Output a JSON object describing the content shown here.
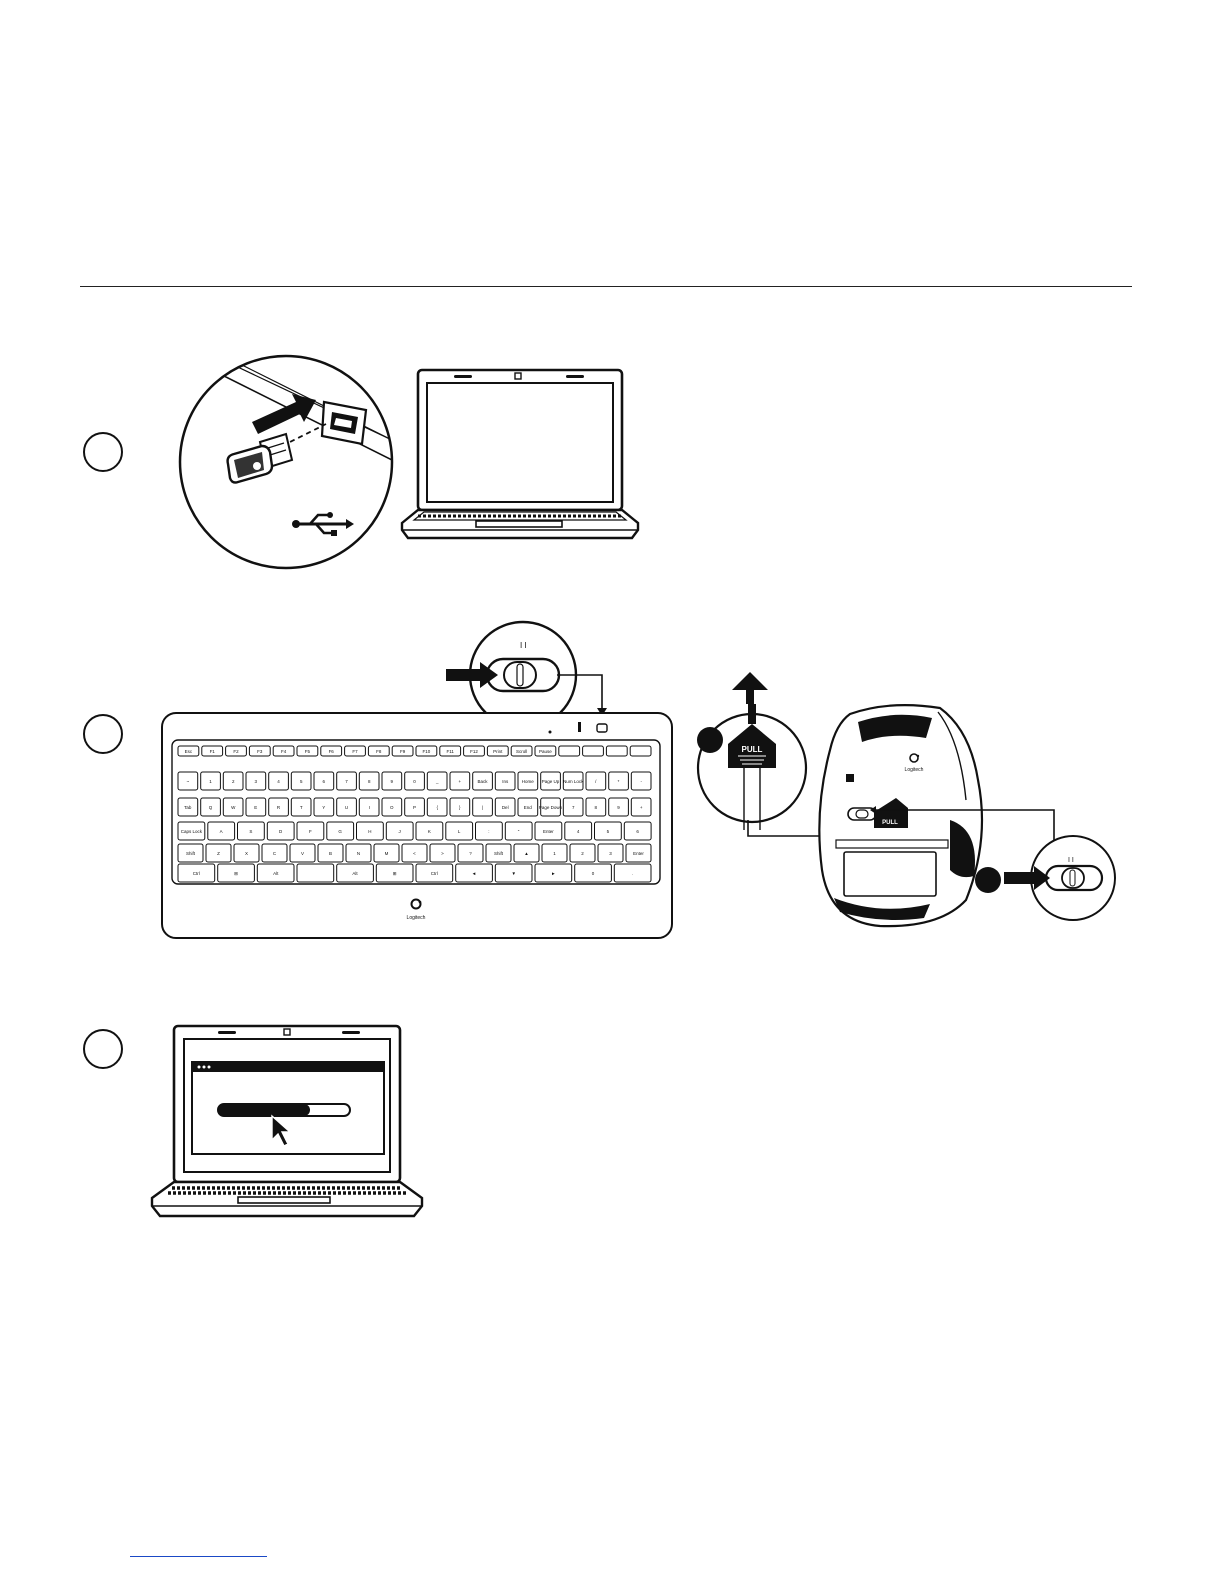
{
  "steps": [
    {
      "label": "",
      "figure": "usb-receiver-into-laptop"
    },
    {
      "label": "",
      "figure": "turn-on-keyboard-and-mouse"
    },
    {
      "label": "",
      "figure": "software-install-progress"
    }
  ],
  "brand": {
    "name": "Logitech"
  },
  "mouse": {
    "pull_tab_label": "PULL"
  },
  "keyboard": {
    "rows": [
      [
        "Esc",
        "F1",
        "F2",
        "F3",
        "F4",
        "F5",
        "F6",
        "F7",
        "F8",
        "F9",
        "F10",
        "F11",
        "F12",
        "Print",
        "Scroll",
        "Pause",
        "",
        "",
        "",
        ""
      ],
      [
        "~",
        "1",
        "2",
        "3",
        "4",
        "5",
        "6",
        "7",
        "8",
        "9",
        "0",
        "_",
        "+",
        "Back",
        "Ins",
        "Home",
        "Page Up",
        "Num Lock",
        "/",
        "*",
        "-"
      ],
      [
        "Tab",
        "Q",
        "W",
        "E",
        "R",
        "T",
        "Y",
        "U",
        "I",
        "O",
        "P",
        "{",
        "}",
        "|",
        "Del",
        "End",
        "Page Down",
        "7",
        "8",
        "9",
        "+"
      ],
      [
        "Caps Lock",
        "A",
        "S",
        "D",
        "F",
        "G",
        "H",
        "J",
        "K",
        "L",
        ":",
        "\"",
        "Enter",
        "4",
        "5",
        "6"
      ],
      [
        "Shift",
        "Z",
        "X",
        "C",
        "V",
        "B",
        "N",
        "M",
        "<",
        ">",
        "?",
        "Shift",
        "▲",
        "1",
        "2",
        "3",
        "Enter"
      ],
      [
        "Ctrl",
        "⊞",
        "Alt",
        "",
        "Alt",
        "⊞",
        "Ctrl",
        "◄",
        "▼",
        "►",
        "0",
        "."
      ]
    ]
  },
  "icons": [
    "usb-icon",
    "logitech-logo-icon",
    "mouse-pointer-icon",
    "arrow-icon"
  ]
}
